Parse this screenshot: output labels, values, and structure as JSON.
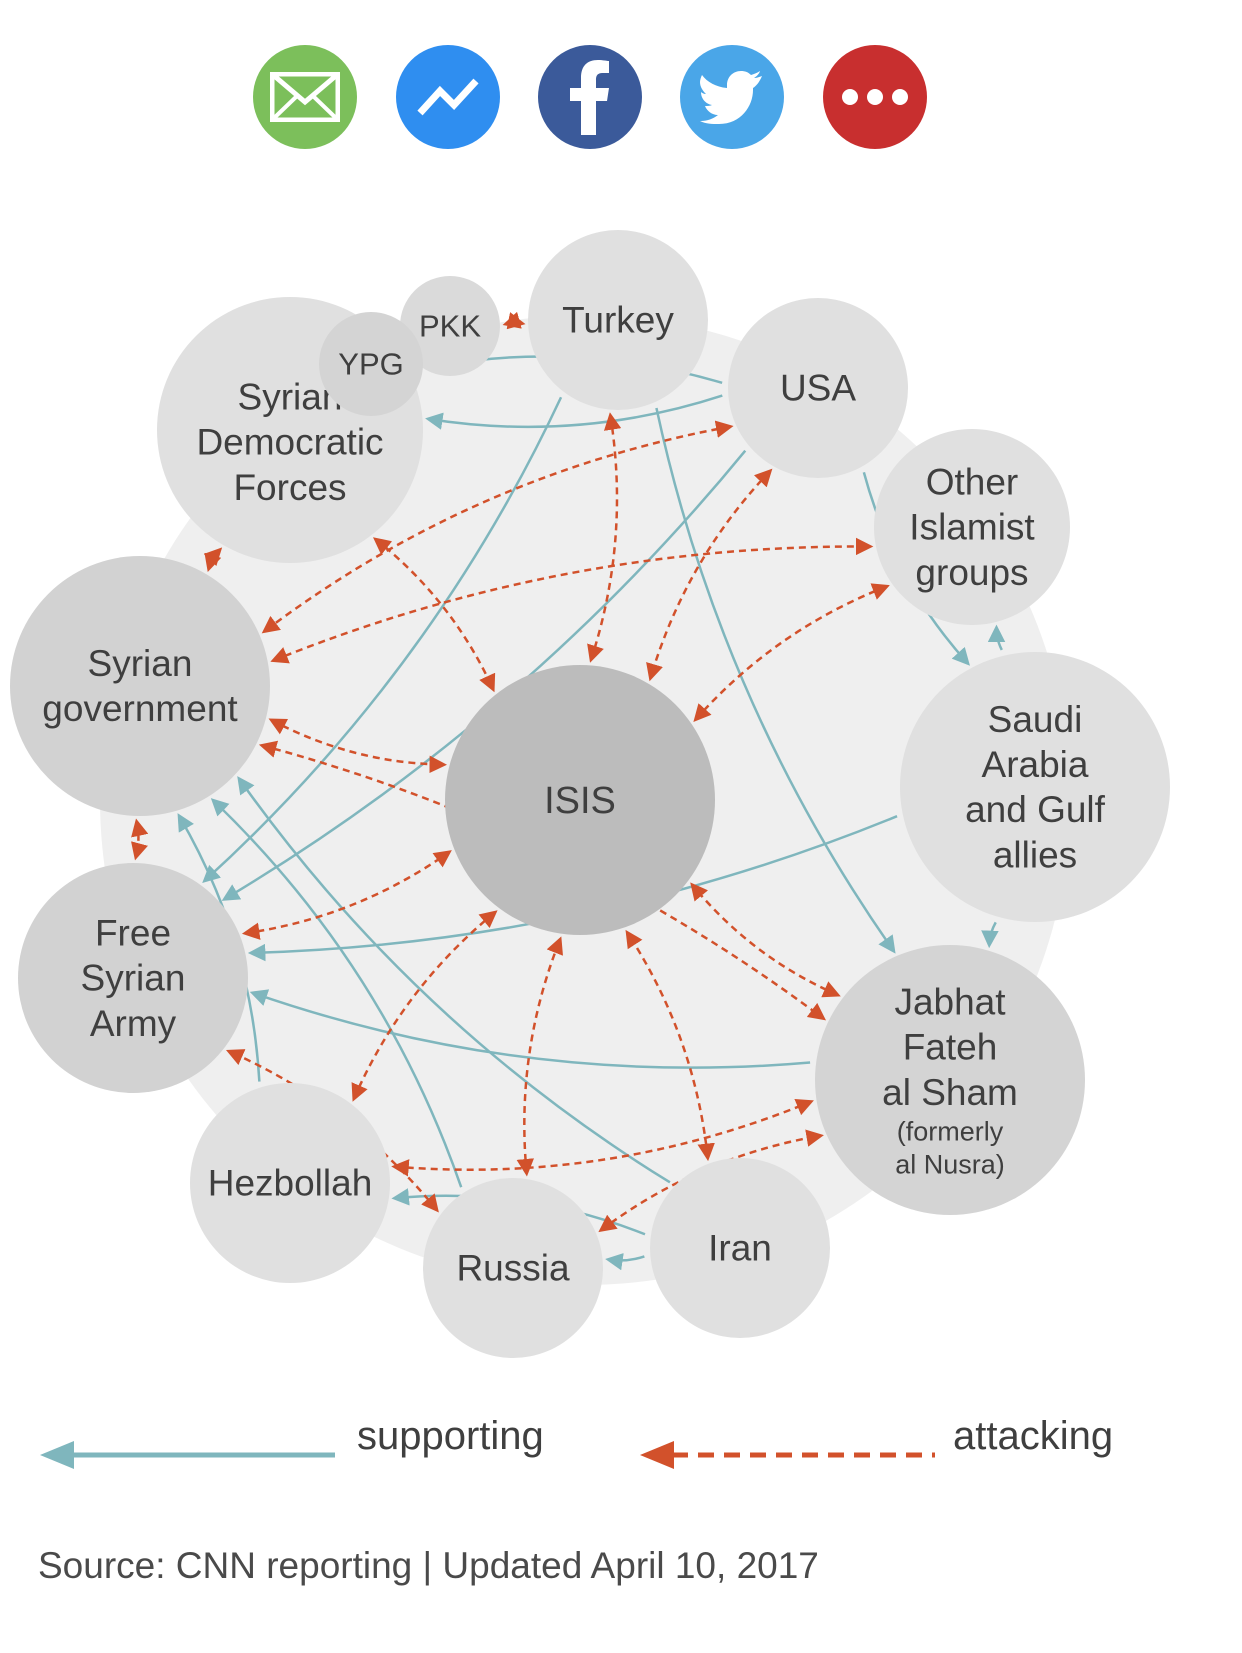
{
  "share": [
    {
      "name": "email",
      "icon": "envelope-icon",
      "color": "#7cbf5b"
    },
    {
      "name": "messenger",
      "icon": "messenger-bolt-icon",
      "color": "#2f8ef0"
    },
    {
      "name": "facebook",
      "icon": "facebook-f-icon",
      "color": "#3b5a9a"
    },
    {
      "name": "twitter",
      "icon": "twitter-bird-icon",
      "color": "#4aa6e8"
    },
    {
      "name": "more",
      "icon": "ellipsis-icon",
      "color": "#c82f2f"
    }
  ],
  "nodes": {
    "isis": [
      "ISIS"
    ],
    "turkey": [
      "Turkey"
    ],
    "usa": [
      "USA"
    ],
    "pkk": [
      "PKK"
    ],
    "ypg": [
      "YPG"
    ],
    "sdf": [
      "Syrian",
      "Democratic",
      "Forces"
    ],
    "islamist": [
      "Other",
      "Islamist",
      "groups"
    ],
    "syrgov": [
      "Syrian",
      "government"
    ],
    "saudi": [
      "Saudi",
      "Arabia",
      "and Gulf",
      "allies"
    ],
    "fsa": [
      "Free",
      "Syrian",
      "Army"
    ],
    "jabhat": [
      "Jabhat",
      "Fateh",
      "al Sham",
      "(formerly",
      "al Nusra)"
    ],
    "hezbollah": [
      "Hezbollah"
    ],
    "russia": [
      "Russia"
    ],
    "iran": [
      "Iran"
    ]
  },
  "relations": {
    "supporting": [
      [
        "usa",
        "sdf"
      ],
      [
        "usa",
        "ypg"
      ],
      [
        "usa",
        "fsa"
      ],
      [
        "usa",
        "saudi"
      ],
      [
        "turkey",
        "fsa"
      ],
      [
        "turkey",
        "jabhat"
      ],
      [
        "saudi",
        "fsa"
      ],
      [
        "saudi",
        "jabhat"
      ],
      [
        "saudi",
        "islamist"
      ],
      [
        "russia",
        "syrgov"
      ],
      [
        "iran",
        "syrgov"
      ],
      [
        "iran",
        "hezbollah"
      ],
      [
        "iran",
        "russia"
      ],
      [
        "hezbollah",
        "syrgov"
      ],
      [
        "jabhat",
        "fsa"
      ]
    ],
    "attacking": [
      [
        "turkey",
        "isis"
      ],
      [
        "usa",
        "isis"
      ],
      [
        "sdf",
        "isis"
      ],
      [
        "syrgov",
        "isis"
      ],
      [
        "russia",
        "isis"
      ],
      [
        "iran",
        "isis"
      ],
      [
        "hezbollah",
        "isis"
      ],
      [
        "fsa",
        "isis"
      ],
      [
        "jabhat",
        "isis"
      ],
      [
        "islamist",
        "isis"
      ],
      [
        "pkk",
        "turkey"
      ],
      [
        "sdf",
        "syrgov"
      ],
      [
        "syrgov",
        "fsa"
      ],
      [
        "russia",
        "fsa"
      ],
      [
        "russia",
        "jabhat"
      ],
      [
        "usa",
        "syrgov"
      ],
      [
        "syrgov",
        "islamist"
      ],
      [
        "hezbollah",
        "jabhat"
      ],
      [
        "syrgov",
        "jabhat"
      ]
    ]
  },
  "legend": {
    "supporting_label": "supporting",
    "attacking_label": "attacking",
    "supporting_color": "#7fb6bd",
    "attacking_color": "#d2512b"
  },
  "source": "Source: CNN reporting | Updated April 10, 2017"
}
